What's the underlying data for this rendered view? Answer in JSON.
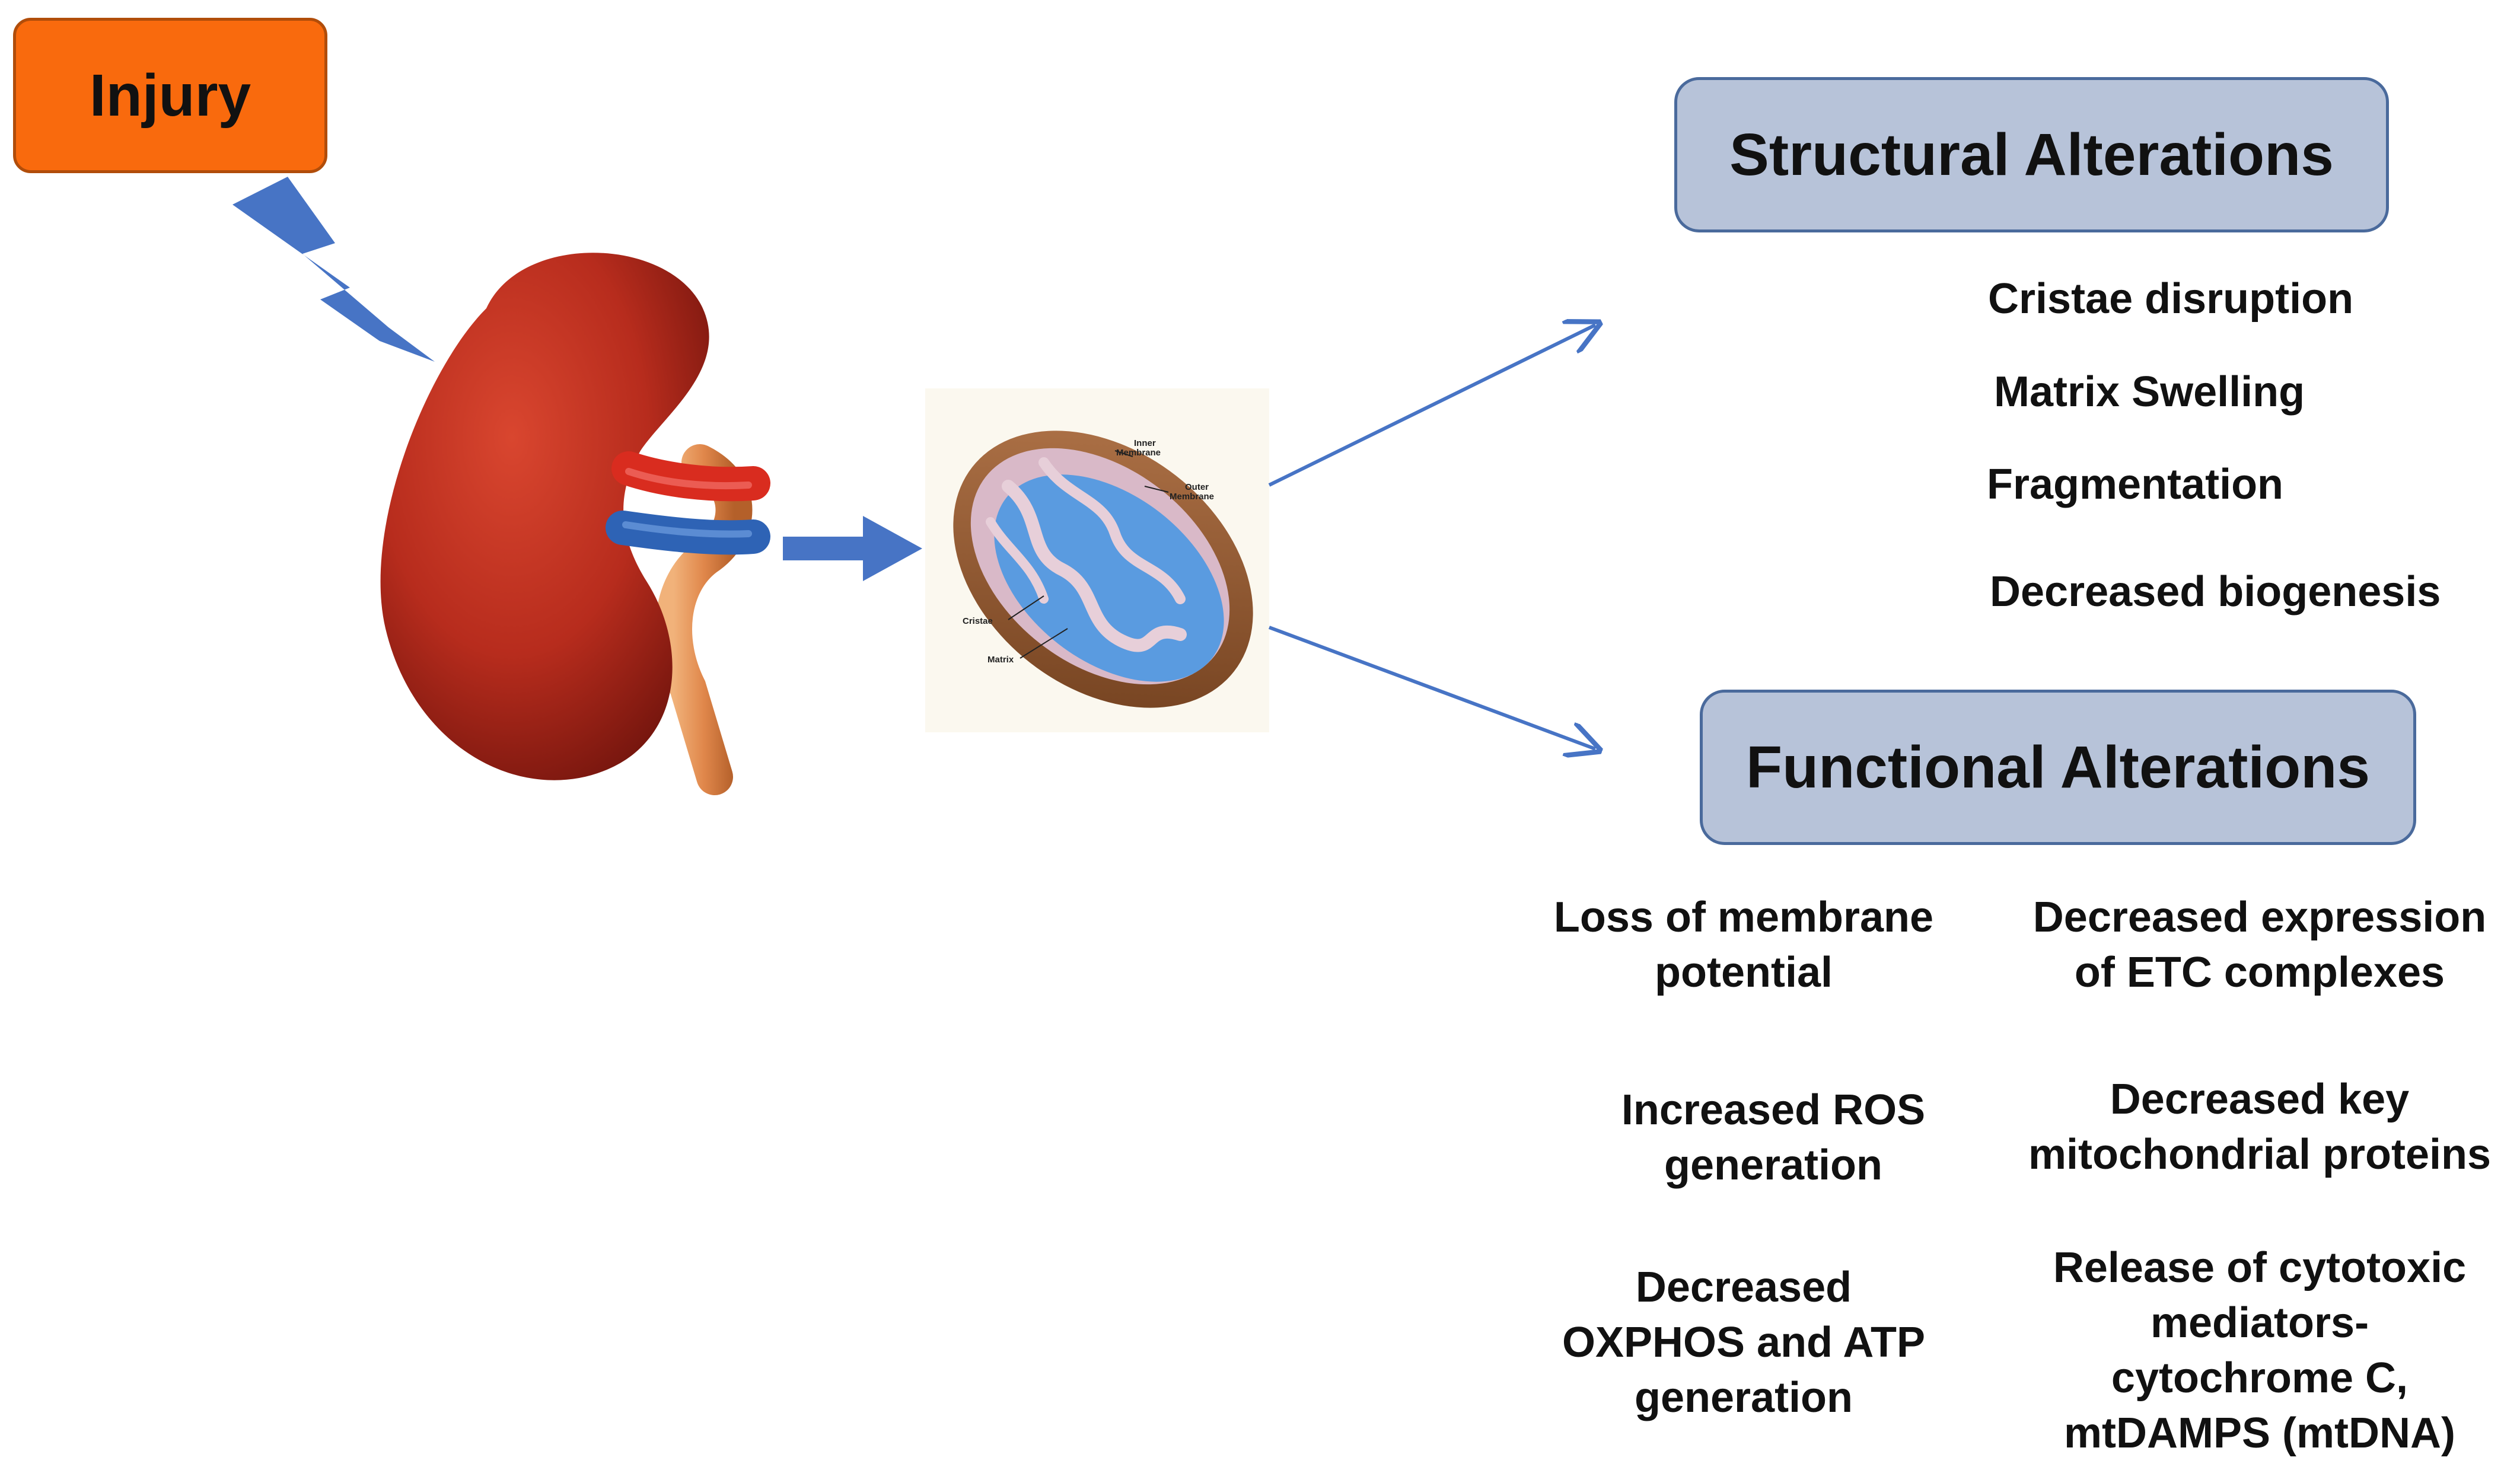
{
  "injury": {
    "label": "Injury"
  },
  "structural": {
    "title": "Structural Alterations",
    "items": [
      "Cristae disruption",
      "Matrix Swelling",
      "Fragmentation",
      "Decreased biogenesis"
    ]
  },
  "functional": {
    "title": "Functional Alterations",
    "items": [
      "Loss of membrane\npotential",
      "Decreased expression\nof ETC complexes",
      "Increased ROS\ngeneration",
      "Decreased key\nmitochondrial proteins",
      "Decreased\nOXPHOS and ATP\ngeneration",
      "Release of cytotoxic\nmediators-\ncytochrome C,\nmtDAMPS (mtDNA)"
    ]
  },
  "mitochondrion": {
    "labels": {
      "inner": "Inner\nMembrane",
      "outer": "Outer\nMembrane",
      "cristae": "Cristae",
      "matrix": "Matrix"
    }
  },
  "colors": {
    "injury_fill": "#f96a0d",
    "header_fill": "#b7c3d9",
    "arrow_blue": "#4774c5",
    "kidney_red": "#b72c1d",
    "matrix_blue": "#5a9be0"
  },
  "icons": [
    "lightning-bolt-icon",
    "kidney-icon",
    "mitochondrion-icon",
    "block-arrow-icon"
  ]
}
